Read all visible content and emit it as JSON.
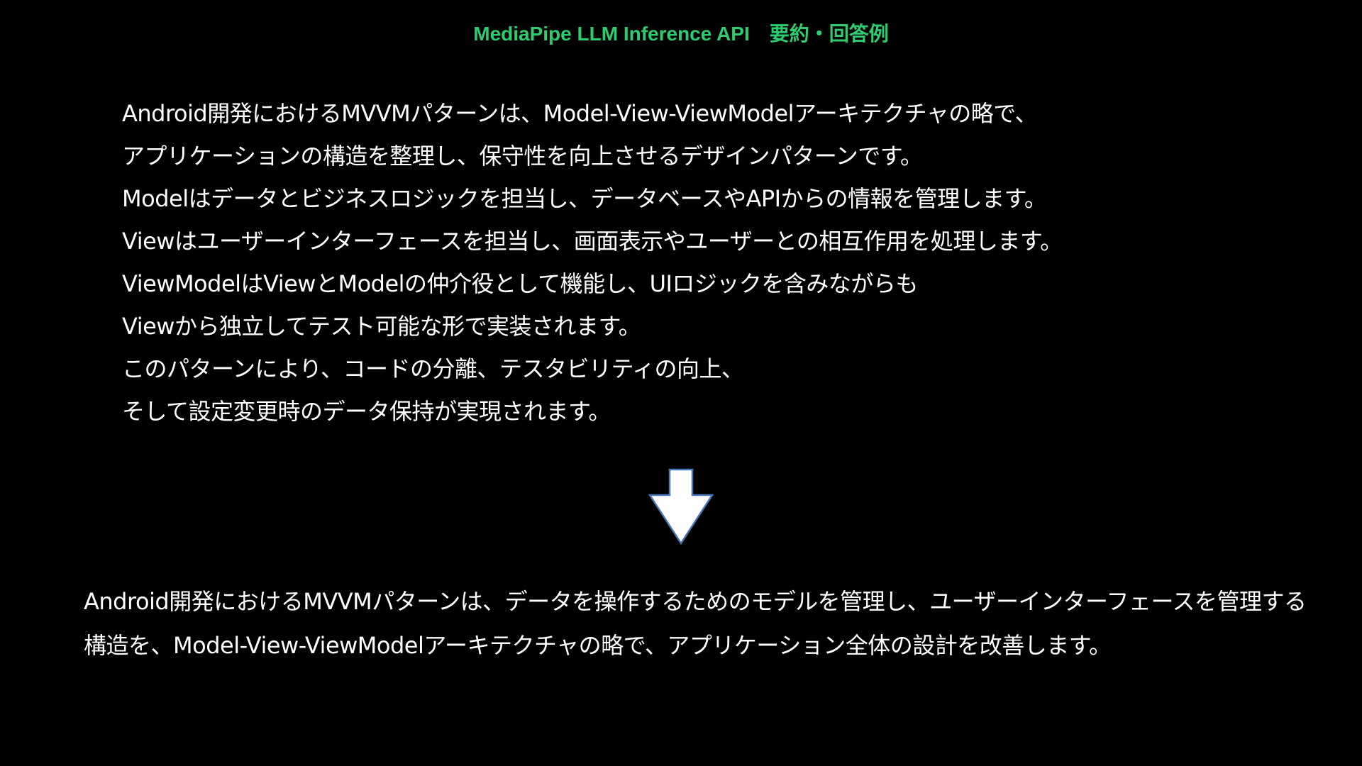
{
  "title": "MediaPipe LLM Inference API　要約・回答例",
  "colors": {
    "background": "#000000",
    "title": "#2ecc71",
    "text": "#ffffff",
    "arrow_fill": "#ffffff",
    "arrow_stroke": "#4a74b8"
  },
  "source_lines": [
    "Android開発におけるMVVMパターンは、Model-View-ViewModelアーキテクチャの略で、",
    "アプリケーションの構造を整理し、保守性を向上させるデザインパターンです。",
    "Modelはデータとビジネスロジックを担当し、データベースやAPIからの情報を管理します。",
    "Viewはユーザーインターフェースを担当し、画面表示やユーザーとの相互作用を処理します。",
    "ViewModelはViewとModelの仲介役として機能し、UIロジックを含みながらも",
    "Viewから独立してテスト可能な形で実装されます。",
    "このパターンにより、コードの分離、テスタビリティの向上、",
    "そして設定変更時のデータ保持が実現されます。"
  ],
  "arrow_icon": "down-arrow-icon",
  "summary": "Android開発におけるMVVMパターンは、データを操作するためのモデルを管理し、ユーザーインターフェースを管理する構造を、Model-View-ViewModelアーキテクチャの略で、アプリケーション全体の設計を改善します。"
}
